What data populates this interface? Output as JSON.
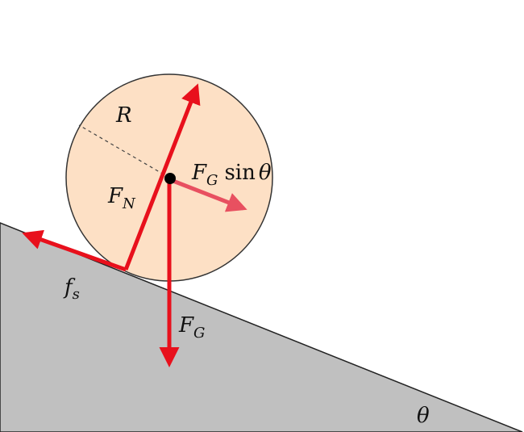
{
  "diagram": {
    "labels": {
      "radius": "R",
      "normal_force": "F",
      "normal_force_sub": "N",
      "gravity_component": "F",
      "gravity_component_sub": "G",
      "gravity_component_func": "sin",
      "gravity_component_angle": "θ",
      "friction": "f",
      "friction_sub": "s",
      "gravity": "F",
      "gravity_sub": "G",
      "incline_angle": "θ"
    },
    "colors": {
      "ball_fill": "#fde0c5",
      "incline_fill": "#c0c0c0",
      "force_arrow": "#e8101c",
      "component_arrow": "#e85060",
      "outline": "#222222",
      "center_dot": "#000000"
    }
  }
}
